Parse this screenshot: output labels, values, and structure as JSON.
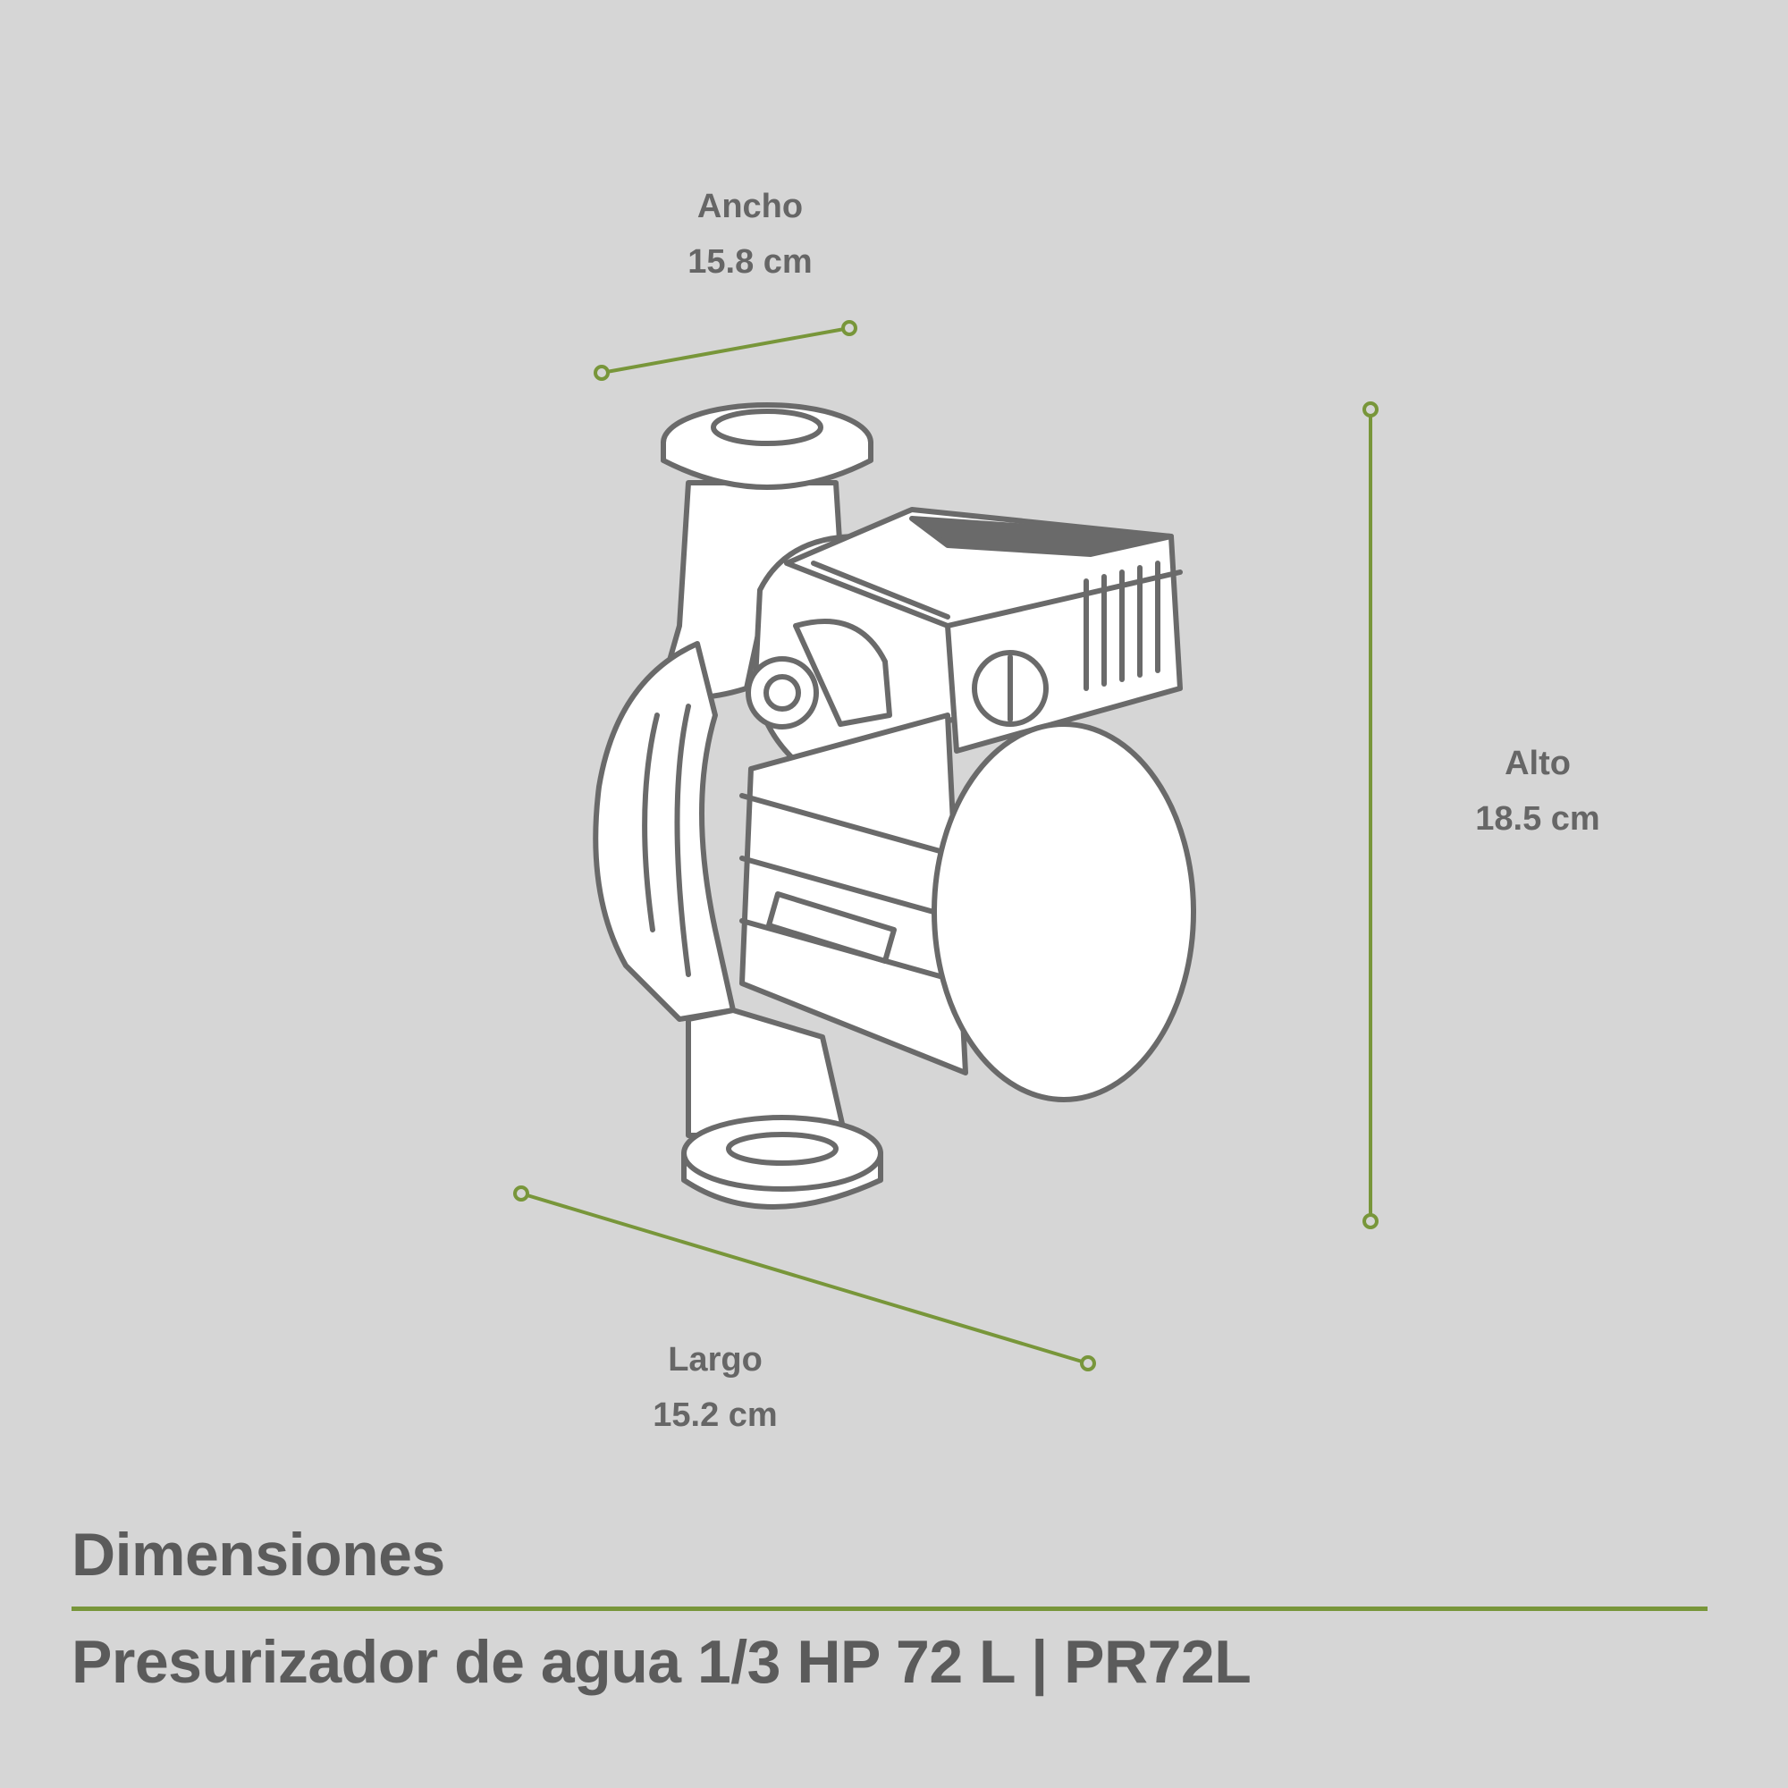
{
  "dimensions": {
    "ancho": {
      "label": "Ancho",
      "value": "15.8 cm"
    },
    "alto": {
      "label": "Alto",
      "value": "18.5 cm"
    },
    "largo": {
      "label": "Largo",
      "value": "15.2 cm"
    }
  },
  "title": "Dimensiones",
  "subtitle": "Presurizador de agua 1/3 HP 72 L | PR72L",
  "colors": {
    "background": "#d6d6d6",
    "accent": "#78963a",
    "text": "#5f5f5f",
    "outline": "#6a6a6a",
    "fill": "#ffffff"
  },
  "illustration": "water-pump-icon"
}
